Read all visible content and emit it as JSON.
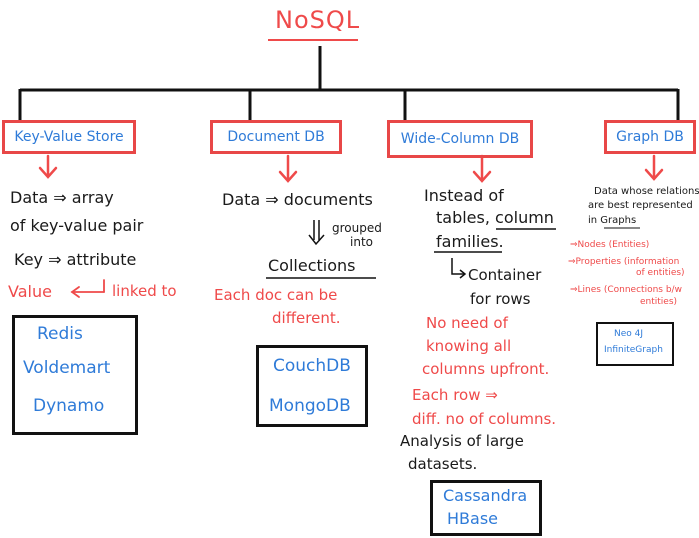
{
  "title": "NoSQL",
  "columns": {
    "kv": {
      "header": "Key-Value Store",
      "lines": [
        "Data ⇒ array",
        "of key-value pair",
        "Key ⇒ attribute"
      ],
      "value_label": "Value",
      "linked_to": "linked to",
      "examples": [
        "Redis",
        "Voldemart",
        "Dynamo"
      ]
    },
    "doc": {
      "header": "Document DB",
      "line1": "Data ⇒ documents",
      "grouped": "grouped",
      "into": "into",
      "collections": "Collections",
      "note1": "Each doc can be",
      "note2": "different.",
      "examples": [
        "CouchDB",
        "MongoDB"
      ]
    },
    "wide": {
      "header": "Wide-Column DB",
      "lines": [
        "Instead of",
        "tables, column",
        "families."
      ],
      "container1": "Container",
      "container2": "for rows",
      "red_lines": [
        "No need of",
        "knowing all",
        "columns upfront.",
        "Each row ⇒",
        "diff. no of columns."
      ],
      "analysis1": "Analysis of large",
      "analysis2": "datasets.",
      "examples": [
        "Cassandra",
        "HBase"
      ]
    },
    "graph": {
      "header": "Graph DB",
      "intro1": "Data whose relations",
      "intro2": "are best represented",
      "intro3": "in Graphs",
      "b1": "⇒Nodes (Entities)",
      "b2a": "⇒Properties (information",
      "b2b": "of entities)",
      "b3a": "⇒Lines (Connections b/w",
      "b3b": "entities)",
      "examples": [
        "Neo 4J",
        "InfiniteGraph"
      ]
    }
  },
  "colors": {
    "red": "#ef4a4a",
    "blue": "#2f7bd8",
    "black": "#1a1a1a"
  }
}
